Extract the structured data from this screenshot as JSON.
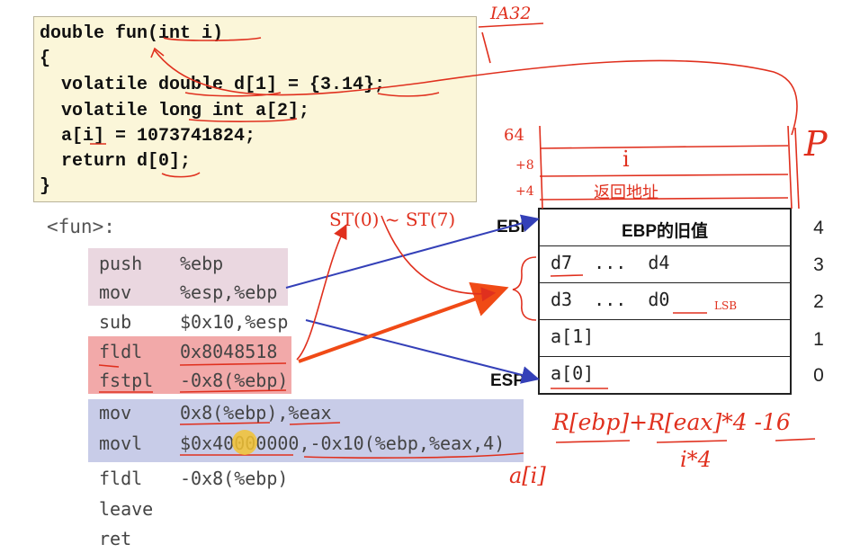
{
  "code": [
    "double fun(int i)",
    "{",
    "  volatile double d[1] = {3.14};",
    "  volatile long int a[2];",
    "  a[i] = 1073741824;",
    "  return d[0];",
    "}"
  ],
  "fun_label": "<fun>:",
  "asm": [
    {
      "op": "push",
      "arg": "%ebp"
    },
    {
      "op": "mov",
      "arg": "%esp,%ebp"
    },
    {
      "op": "sub",
      "arg": "$0x10,%esp"
    },
    {
      "op": "fldl",
      "arg": "0x8048518"
    },
    {
      "op": "fstpl",
      "arg": "-0x8(%ebp)"
    },
    {
      "op": "mov",
      "arg": "0x8(%ebp),%eax"
    },
    {
      "op": "movl",
      "arg": "$0x40000000,-0x10(%ebp,%eax,4)"
    },
    {
      "op": "fldl",
      "arg": "-0x8(%ebp)"
    },
    {
      "op": "leave",
      "arg": ""
    },
    {
      "op": "ret",
      "arg": ""
    }
  ],
  "stack": {
    "rows": [
      {
        "text": "EBP的旧值",
        "index": "4"
      },
      {
        "text": "d7  ...  d4",
        "index": "3"
      },
      {
        "text": "d3  ...  d0",
        "index": "2"
      },
      {
        "text": "a[1]",
        "index": "1"
      },
      {
        "text": "a[0]",
        "index": "0"
      }
    ]
  },
  "registers": {
    "ebp": "EBP",
    "esp": "ESP"
  },
  "annotations": {
    "ia32": "IA32",
    "n64": "64",
    "plus8": "+8",
    "plus4": "+4",
    "i_mark": "i",
    "ret_addr": "返回地址",
    "p_mark": "P",
    "st_range": "ST(0) ~ ST(7)",
    "lsb": "LSB",
    "formula": "R[ebp]+R[eax]*4 -16",
    "i4": "i*4",
    "ai": "a[i]"
  },
  "colors": {
    "code_bg": "#fbf6d9",
    "pink": "#ead7e0",
    "red": "#f2a9a9",
    "blue": "#c8cce8",
    "ink_red": "#e0301e",
    "arrow_blue": "#3440b8",
    "arrow_orange": "#f04a16"
  }
}
